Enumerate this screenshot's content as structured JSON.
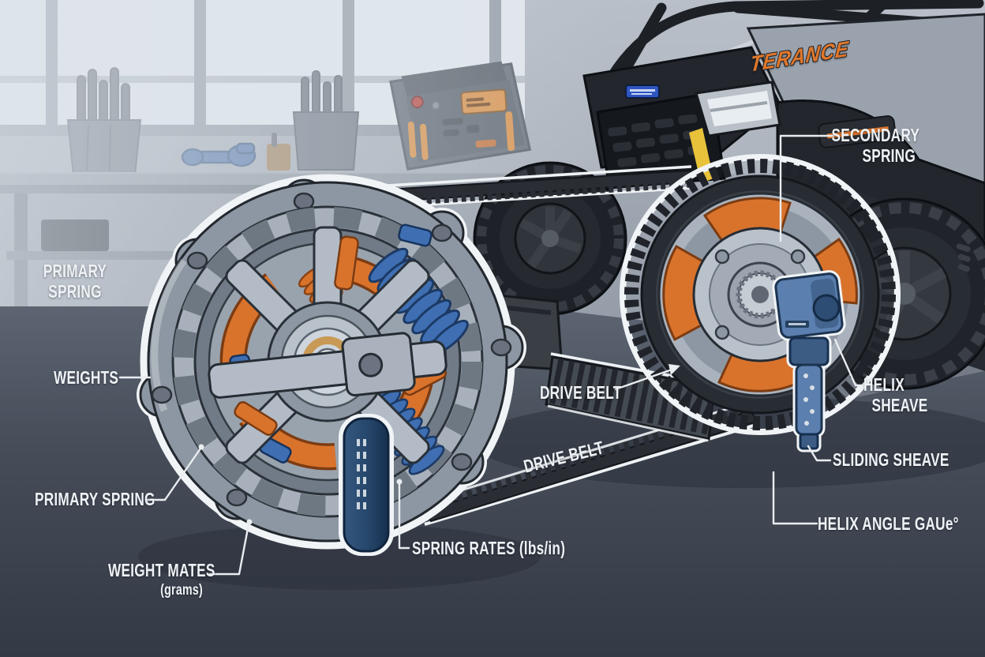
{
  "labels": {
    "primary_spring_top": {
      "line1": "PRIMARY",
      "line2": "SPRING"
    },
    "weights": "WEIGHTS",
    "primary_spring_bottom": "PRIMARY SPRING",
    "weight_mates": {
      "line1": "WEIGHT MATES",
      "line2": "(grams)"
    },
    "spring_rates": "SPRING RATES (lbs/in)",
    "drive_belt_upper": "DRIVE BELT",
    "drive_belt_lower": "DRIVE BELT",
    "secondary_spring": {
      "line1": "SECONDARY",
      "line2": "SPRING"
    },
    "helix_sheave": {
      "line1": "HELIX",
      "line2": "SHEAVE"
    },
    "sliding_sheave": "SLIDING SHEAVE",
    "helix_angle_gauge": "HELIX ANGLE GAUe°"
  },
  "vehicle": {
    "side_logo": "TERANCE"
  },
  "colors": {
    "accent_orange": "#d9732c",
    "spring_blue": "#3f6fb2",
    "tool_navy": "#2b4a6e",
    "label_white": "#eef2f5",
    "outline_white": "#f1f4f6"
  }
}
